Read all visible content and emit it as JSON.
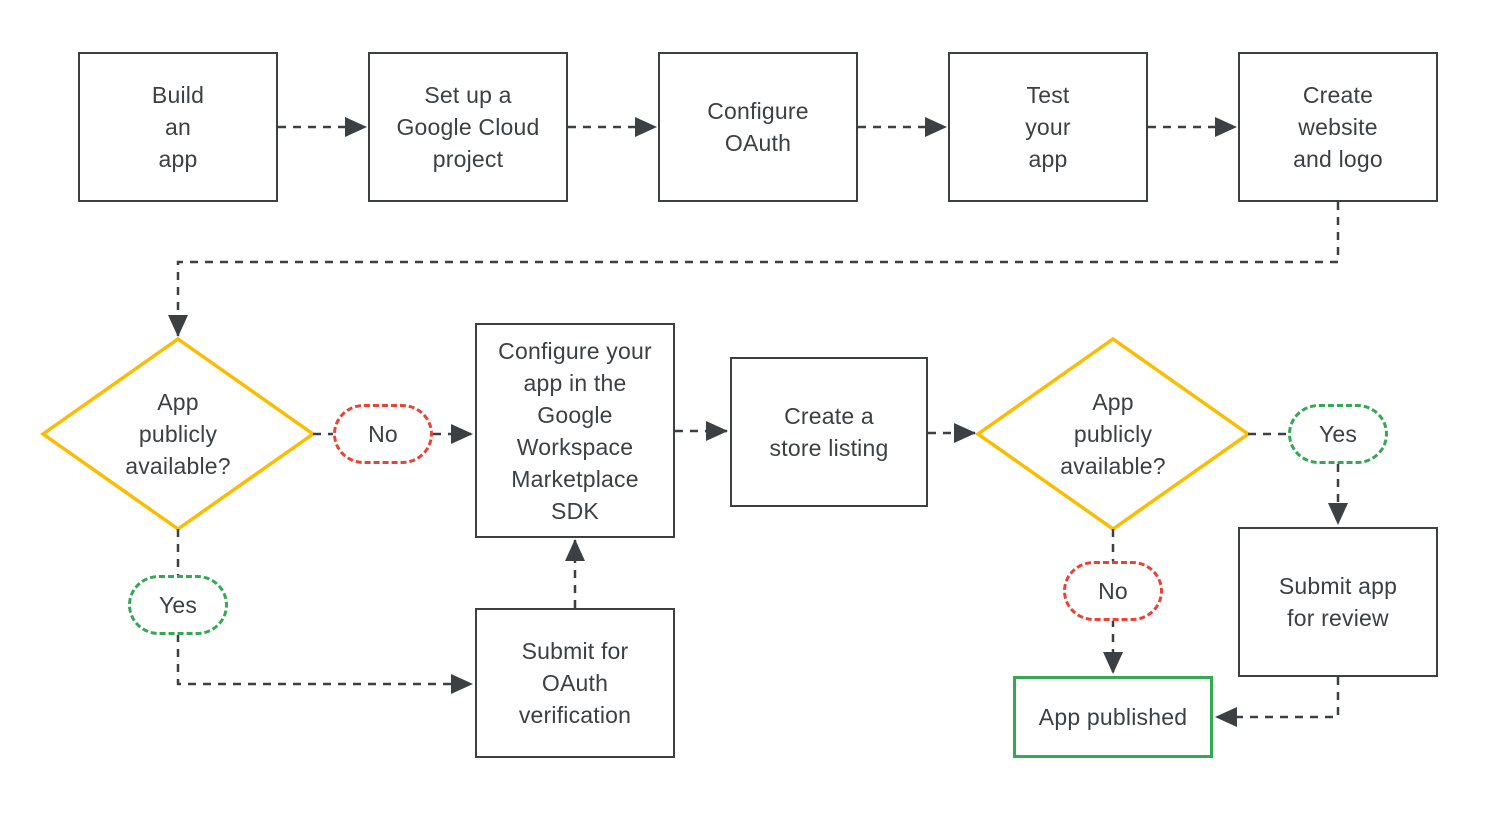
{
  "colors": {
    "outline_dark": "#3C4043",
    "decision_yellow": "#FBBC04",
    "no_red": "#EA4335",
    "yes_green": "#34A853"
  },
  "nodes": {
    "build_app": {
      "label": "Build\nan\napp"
    },
    "setup_project": {
      "label": "Set up a\nGoogle Cloud\nproject"
    },
    "configure_oauth": {
      "label": "Configure\nOAuth"
    },
    "test_app": {
      "label": "Test\nyour\napp"
    },
    "create_website": {
      "label": "Create\nwebsite\nand logo"
    },
    "decision_public_1": {
      "label": "App\npublicly\navailable?"
    },
    "no_1": {
      "label": "No"
    },
    "yes_1": {
      "label": "Yes"
    },
    "configure_marketplace_sdk": {
      "label": "Configure your\napp in the\nGoogle\nWorkspace\nMarketplace\nSDK"
    },
    "create_store_listing": {
      "label": "Create a\nstore listing"
    },
    "submit_oauth_verification": {
      "label": "Submit for\nOAuth\nverification"
    },
    "decision_public_2": {
      "label": "App\npublicly\navailable?"
    },
    "yes_2": {
      "label": "Yes"
    },
    "no_2": {
      "label": "No"
    },
    "submit_app_review": {
      "label": "Submit app\nfor review"
    },
    "app_published": {
      "label": "App published"
    }
  }
}
